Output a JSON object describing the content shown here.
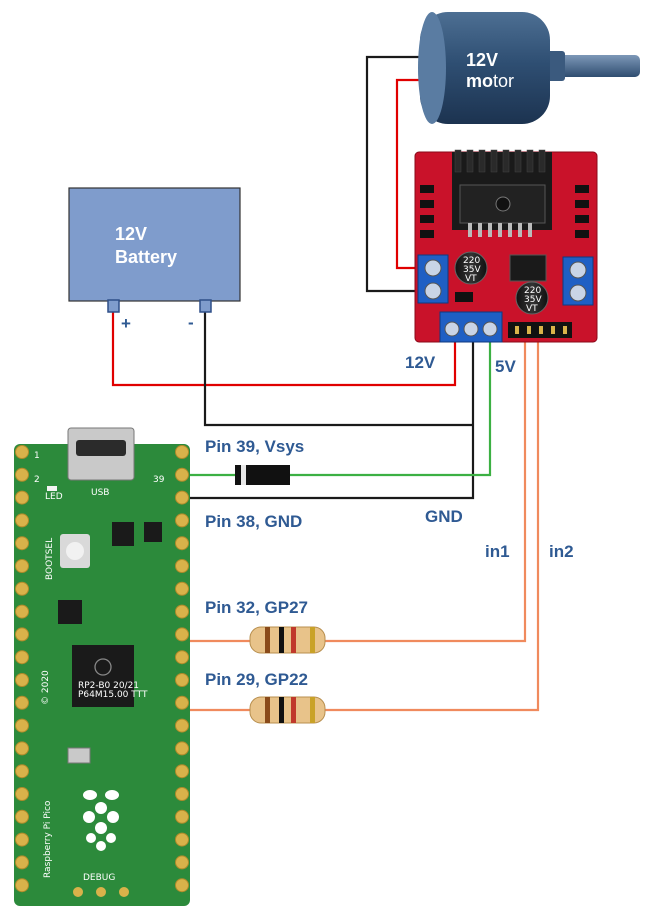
{
  "motor": {
    "line1": "12V",
    "line2_bold": "mo",
    "line2_rest": "tor"
  },
  "battery": {
    "line1": "12V",
    "line2": "Battery",
    "plus": "+",
    "minus": "-"
  },
  "driver": {
    "cap1": [
      "220",
      "35V",
      "VT"
    ],
    "cap2": [
      "220",
      "35V",
      "VT"
    ],
    "v12_label": "12V",
    "v5_label": "5V"
  },
  "labels": {
    "gnd": "GND",
    "in1": "in1",
    "in2": "in2",
    "pin39": "Pin 39, Vsys",
    "pin38": "Pin 38, GND",
    "pin32": "Pin 32, GP27",
    "pin29": "Pin 29, GP22"
  },
  "pico": {
    "pin1": "1",
    "pin2": "2",
    "pin39": "39",
    "led": "LED",
    "usb": "USB",
    "bootsel": "BOOTSEL",
    "copyright": "© 2020",
    "brand": "Raspberry Pi Pico",
    "debug": "DEBUG",
    "chip_line1": "RP2-B0 20/21",
    "chip_line2": "P64M15.00 TTT"
  },
  "colors": {
    "red_wire": "#e00000",
    "black_wire": "#1a1a1a",
    "green_wire": "#3cb043",
    "orange_wire": "#f08a5d",
    "battery_fill": "#7f9ccc",
    "driver_red": "#c9122a",
    "terminal_blue": "#1f5fc4",
    "pico_green": "#2c8a3b",
    "label_blue": "#2f5a93"
  }
}
